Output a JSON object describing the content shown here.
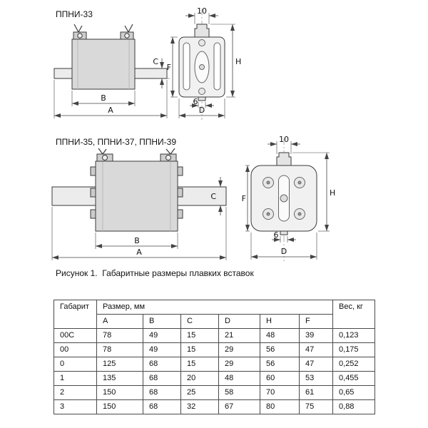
{
  "fig1": {
    "label": "ППНИ-33",
    "dim_a": "A",
    "dim_b": "B",
    "dim_c": "C",
    "dim_d": "D",
    "dim_h": "H",
    "dim_f": "F",
    "dim_top": "10",
    "dim_bottom": "6"
  },
  "fig2": {
    "label": "ППНИ-35, ППНИ-37, ППНИ-39",
    "dim_a": "A",
    "dim_b": "B",
    "dim_c": "C",
    "dim_d": "D",
    "dim_h": "H",
    "dim_f": "F",
    "dim_top": "10",
    "dim_bottom": "6"
  },
  "caption": "Рисунок 1.  Габаритные размеры плавких вставок",
  "table": {
    "col_gabarit": "Габарит",
    "col_size": "Размер, мм",
    "col_weight": "Вес, кг",
    "dim_headers": [
      "A",
      "B",
      "C",
      "D",
      "H",
      "F"
    ],
    "rows": [
      {
        "gabarit": "00С",
        "a": "78",
        "b": "49",
        "c": "15",
        "d": "21",
        "h": "48",
        "f": "39",
        "weight": "0,123"
      },
      {
        "gabarit": "00",
        "a": "78",
        "b": "49",
        "c": "15",
        "d": "29",
        "h": "56",
        "f": "47",
        "weight": "0,175"
      },
      {
        "gabarit": "0",
        "a": "125",
        "b": "68",
        "c": "15",
        "d": "29",
        "h": "56",
        "f": "47",
        "weight": "0,252"
      },
      {
        "gabarit": "1",
        "a": "135",
        "b": "68",
        "c": "20",
        "d": "48",
        "h": "60",
        "f": "53",
        "weight": "0,455"
      },
      {
        "gabarit": "2",
        "a": "150",
        "b": "68",
        "c": "25",
        "d": "58",
        "h": "70",
        "f": "61",
        "weight": "0,65"
      },
      {
        "gabarit": "3",
        "a": "150",
        "b": "68",
        "c": "32",
        "d": "67",
        "h": "80",
        "f": "75",
        "weight": "0,88"
      }
    ]
  }
}
